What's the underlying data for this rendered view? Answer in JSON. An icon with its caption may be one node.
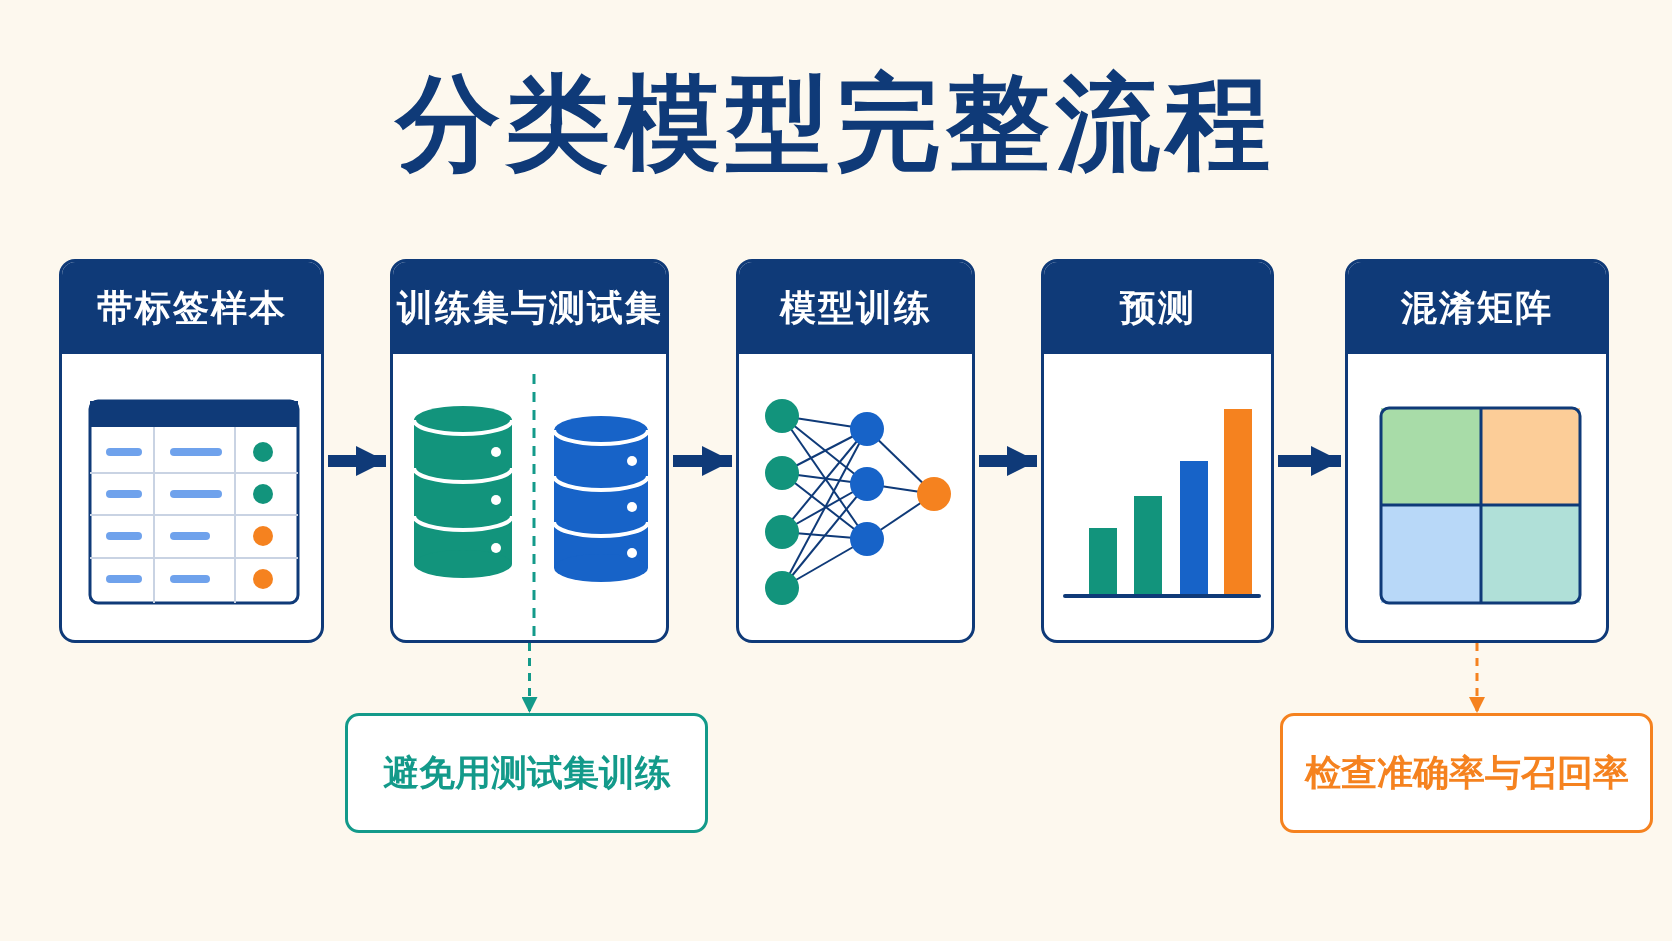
{
  "diagram": {
    "title": "分类模型完整流程",
    "nodes": [
      {
        "text": [
          "带标签样本"
        ]
      },
      {
        "text": [
          "训练集与测试集"
        ]
      },
      {
        "text": [
          "模型训练"
        ]
      },
      {
        "text": [
          "预测"
        ]
      },
      {
        "text": [
          "混淆矩阵"
        ]
      },
      {
        "text": [
          "避免用测试集训练"
        ]
      },
      {
        "text": [
          "检查准确率与召回率"
        ]
      }
    ],
    "edges": [
      {
        "from": 0,
        "to": 1,
        "arrow": "to"
      },
      {
        "from": 1,
        "to": 2,
        "arrow": "to"
      },
      {
        "from": 2,
        "to": 3,
        "arrow": "to"
      },
      {
        "from": 3,
        "to": 4,
        "arrow": "to"
      },
      {
        "from": 1,
        "to": 5,
        "arrow": "to",
        "style": "dashed",
        "color": "#139a8a"
      },
      {
        "from": 4,
        "to": 6,
        "arrow": "to",
        "style": "dashed",
        "color": "#f5821f"
      }
    ]
  }
}
